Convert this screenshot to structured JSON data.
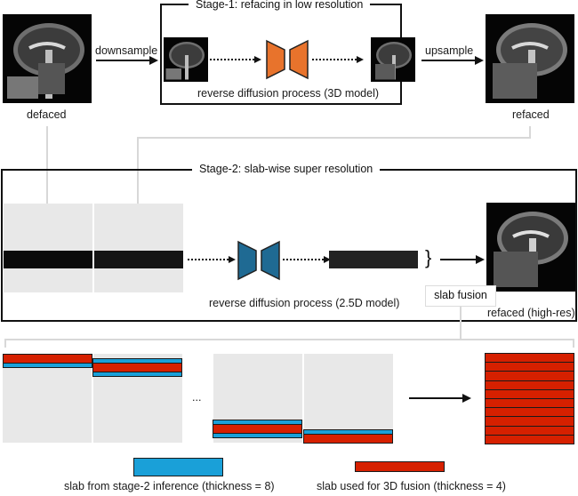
{
  "figure": {
    "stage1": {
      "title": "Stage-1: refacing in low resolution",
      "model_label": "reverse diffusion process (3D model)",
      "model_color": "#e8732c"
    },
    "stage2": {
      "title": "Stage-2: slab-wise super resolution",
      "model_label": "reverse diffusion process (2.5D model)",
      "model_color": "#1f6a93"
    },
    "labels": {
      "defaced": "defaced",
      "downsample": "downsample",
      "upsample": "upsample",
      "refaced": "refaced",
      "refaced_highres": "refaced (high-res)",
      "slab_fusion": "slab fusion",
      "ellipsis": "...",
      "brace": "}"
    },
    "legend": {
      "blue": {
        "label": "slab from stage-2 inference (thickness = 8)",
        "color": "#1aa0d8"
      },
      "red": {
        "label": "slab used for 3D fusion (thickness = 4)",
        "color": "#d62000"
      }
    },
    "fused_stack_slab_count": 10
  }
}
